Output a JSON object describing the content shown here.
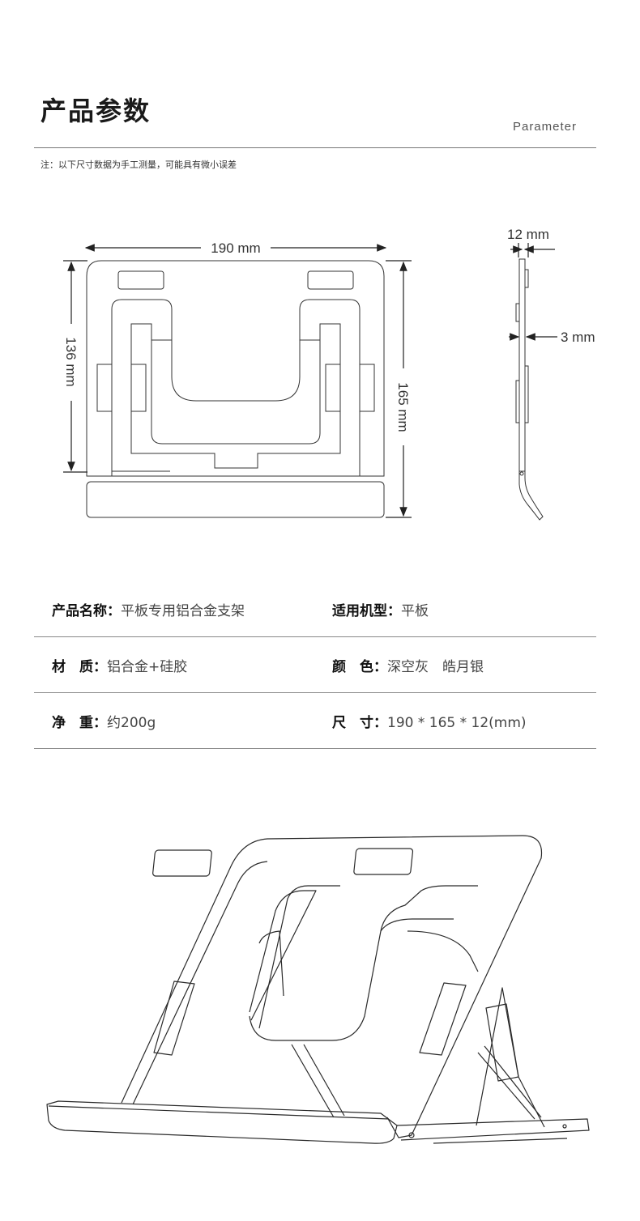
{
  "header": {
    "title": "产品参数",
    "subtitle": "Parameter",
    "note": "注：以下尺寸数据为手工测量，可能具有微小误差"
  },
  "diagram": {
    "width_label": "190 mm",
    "inner_height_label": "136 mm",
    "total_height_label": "165 mm",
    "depth_label": "12 mm",
    "thickness_label": "3 mm"
  },
  "specs": [
    {
      "k1": "产品名称：",
      "v1": "平板专用铝合金支架",
      "k2": "适用机型：",
      "v2": "平板"
    },
    {
      "k1": "材　质：",
      "v1": "铝合金+硅胶",
      "k2": "颜　色：",
      "v2": "深空灰　皓月银"
    },
    {
      "k1": "净　重：",
      "v1": "约200g",
      "k2": "尺　寸：",
      "v2": "190 * 165 * 12(mm)"
    }
  ]
}
